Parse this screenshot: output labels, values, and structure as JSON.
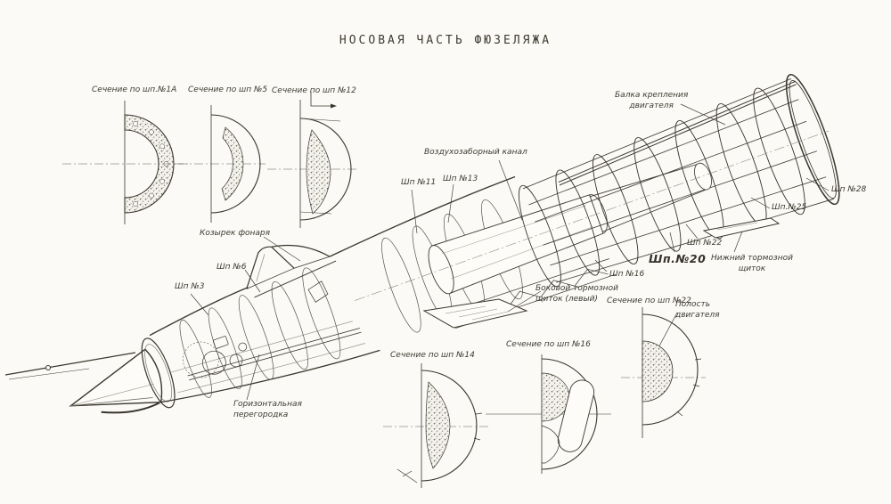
{
  "title": "НОСОВАЯ ЧАСТЬ ФЮЗЕЛЯЖА",
  "colors": {
    "paper": "#fbfaf6",
    "ink": "#3a362e",
    "label": "#3f3b33"
  },
  "sections_top": [
    {
      "label": "Сечение по шп.№1А"
    },
    {
      "label": "Сечение по шп №5"
    },
    {
      "label": "Сечение по шп №12"
    }
  ],
  "sections_bottom": [
    {
      "label": "Сечение по шп №14"
    },
    {
      "label": "Сечение по шп №16"
    },
    {
      "label": "Сечение по шп №22"
    }
  ],
  "callouts": [
    {
      "text": "Козырек фонаря"
    },
    {
      "text": "Шп №6"
    },
    {
      "text": "Шп №3"
    },
    {
      "text": "Шп №11"
    },
    {
      "text": "Шп №13"
    },
    {
      "text": "Воздухозаборный канал"
    },
    {
      "text": "Балка крепления\nдвигателя"
    },
    {
      "text": "Шп №28"
    },
    {
      "text": "Шп.№25"
    },
    {
      "text": "Шп №22"
    },
    {
      "text": "Шп.№20"
    },
    {
      "text": "Нижний тормозной\nщиток"
    },
    {
      "text": "Шп №16"
    },
    {
      "text": "Боковой тормозной\nщиток (левый)"
    },
    {
      "text": "Полость\nдвигателя"
    },
    {
      "text": "Горизонтальная\nперегородка"
    }
  ]
}
